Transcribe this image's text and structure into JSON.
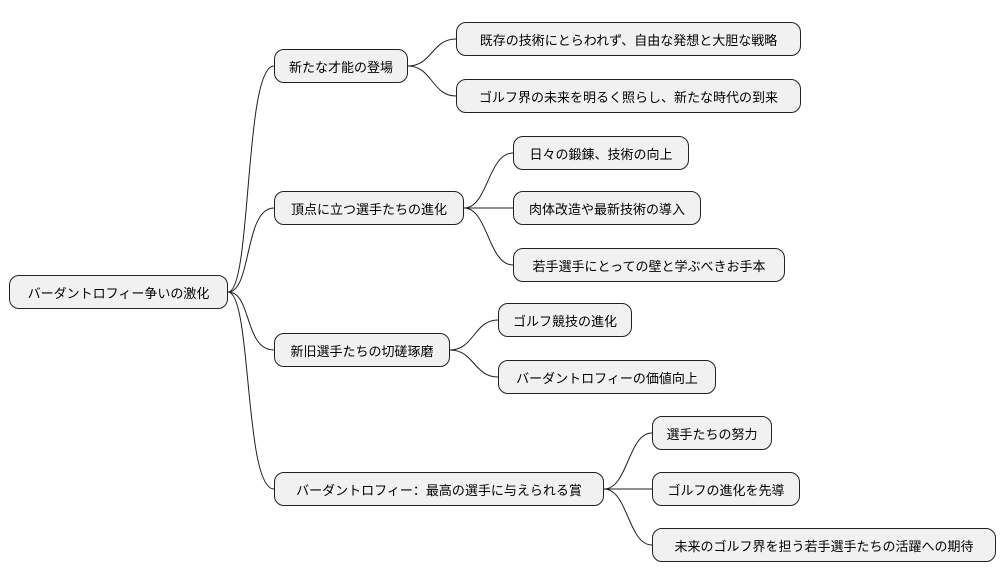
{
  "root": {
    "label": "バーダントロフィー争いの激化"
  },
  "branches": [
    {
      "label": "新たな才能の登場",
      "children": [
        {
          "label": "既存の技術にとらわれず、自由な発想と大胆な戦略"
        },
        {
          "label": "ゴルフ界の未来を明るく照らし、新たな時代の到来"
        }
      ]
    },
    {
      "label": "頂点に立つ選手たちの進化",
      "children": [
        {
          "label": "日々の鍛錬、技術の向上"
        },
        {
          "label": "肉体改造や最新技術の導入"
        },
        {
          "label": "若手選手にとっての壁と学ぶべきお手本"
        }
      ]
    },
    {
      "label": "新旧選手たちの切磋琢磨",
      "children": [
        {
          "label": "ゴルフ競技の進化"
        },
        {
          "label": "バーダントロフィーの価値向上"
        }
      ]
    },
    {
      "label": "バーダントロフィー：最高の選手に与えられる賞",
      "children": [
        {
          "label": "選手たちの努力"
        },
        {
          "label": "ゴルフの進化を先導"
        },
        {
          "label": "未来のゴルフ界を担う若手選手たちの活躍への期待"
        }
      ]
    }
  ]
}
